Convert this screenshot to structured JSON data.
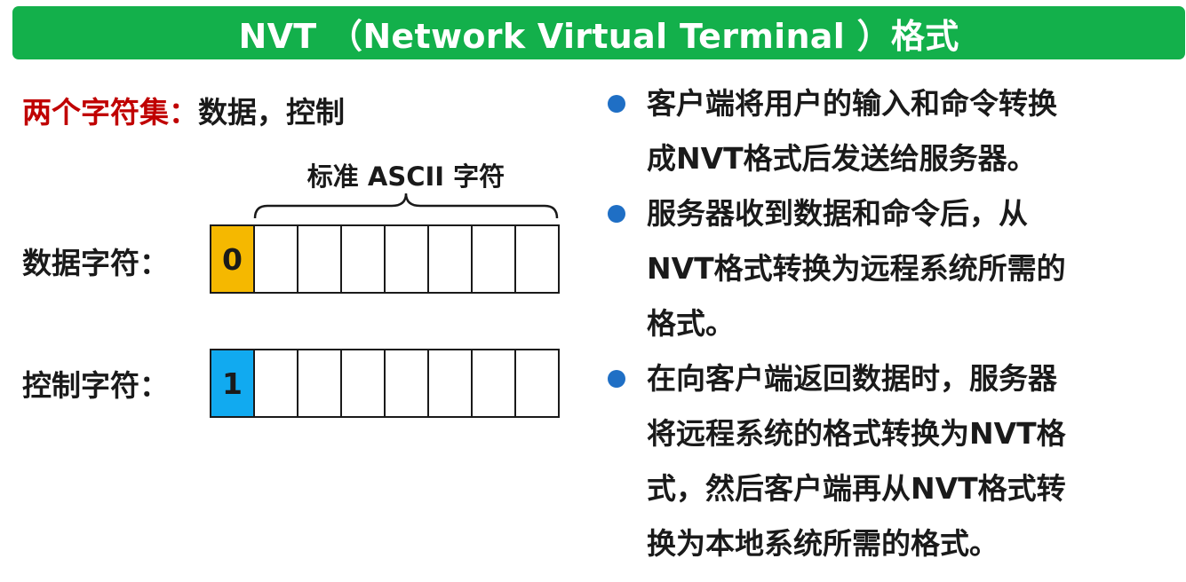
{
  "title": "NVT （Network Virtual Terminal ）格式",
  "charsets": {
    "label": "两个字符集：",
    "value": "数据，控制"
  },
  "ascii_label": "标准 ASCII 字符",
  "rows": [
    {
      "label": "数据字符：",
      "first_bit": "0",
      "first_bit_color": "#f5b800"
    },
    {
      "label": "控制字符：",
      "first_bit": "1",
      "first_bit_color": "#11aaf0"
    }
  ],
  "bullets": [
    {
      "lines": [
        "客户端将用户的输入和命令转换",
        "成NVT格式后发送给服务器。"
      ]
    },
    {
      "lines": [
        "服务器收到数据和命令后，从",
        "NVT格式转换为远程系统所需的",
        "格式。"
      ]
    },
    {
      "lines": [
        "在向客户端返回数据时，服务器",
        "将远程系统的格式转换为NVT格",
        "式，然后客户端再从NVT格式转",
        "换为本地系统所需的格式。"
      ]
    }
  ],
  "colors": {
    "title_bar": "#13b04b",
    "bullet_dot": "#1f6fc5",
    "charset_label": "#c00000"
  }
}
